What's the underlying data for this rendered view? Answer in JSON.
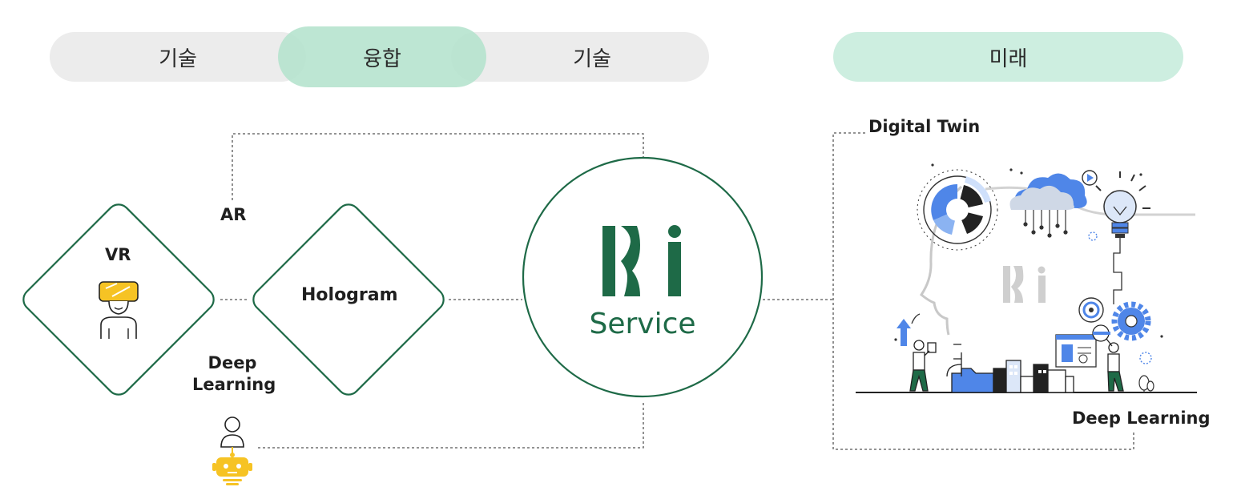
{
  "header": {
    "pill_left": "기술",
    "pill_center": "융합",
    "pill_right": "기술",
    "pill_future": "미래"
  },
  "left": {
    "ar_label": "AR",
    "vr_label": "VR",
    "hologram_label": "Hologram",
    "deep_learning_label": "Deep\nLearning"
  },
  "center": {
    "logo_text": "kbi",
    "service_label": "Service"
  },
  "right": {
    "digital_twin_label": "Digital Twin",
    "deep_learning_label": "Deep Learning",
    "watermark_logo": "kbi"
  },
  "colors": {
    "brand_green": "#1e6a47",
    "accent_yellow": "#f6c324",
    "accent_blue": "#4f86e8",
    "pill_grey": "#ececec",
    "pill_mint": "#cdeee0"
  }
}
